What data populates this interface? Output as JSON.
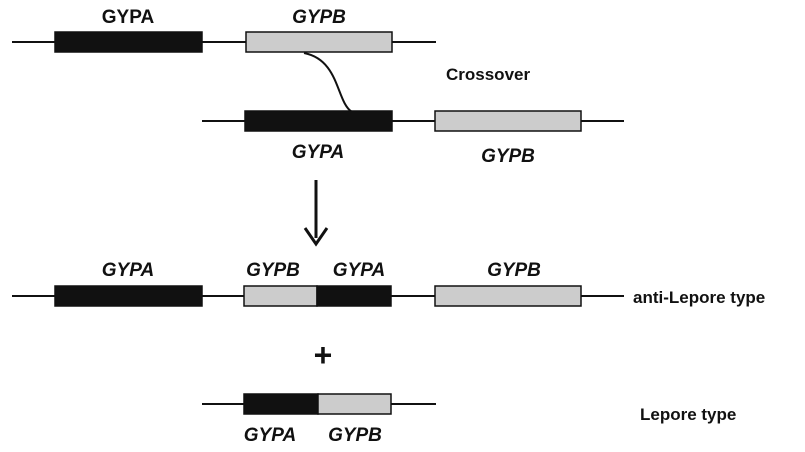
{
  "colors": {
    "dark": "#111111",
    "light": "#cccccc",
    "line": "#111111",
    "background": "#ffffff"
  },
  "labels": {
    "top_gypa": "GYPA",
    "top_gypb": "GYPB",
    "crossover": "Crossover",
    "second_gypa": "GYPA",
    "second_gypb": "GYPB",
    "anti_gypa": "GYPA",
    "anti_gypb_left": "GYPB",
    "anti_gypa_right": "GYPA",
    "anti_gypb": "GYPB",
    "anti_lepore": "anti-Lepore type",
    "plus": "+",
    "lepore_gypa": "GYPA",
    "lepore_gypb": "GYPB",
    "lepore": "Lepore type"
  }
}
